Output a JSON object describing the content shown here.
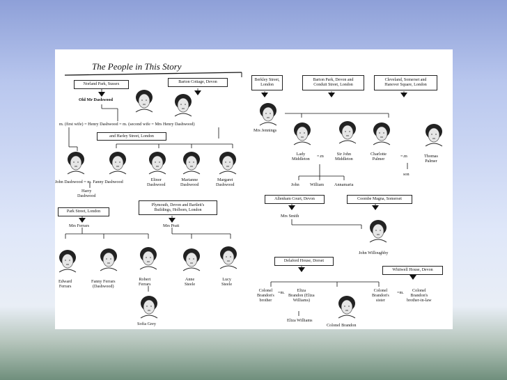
{
  "title": "The People in This Story",
  "places": {
    "norland": "Norland Park, Sussex",
    "barton_cottage": "Barton Cottage, Devon",
    "harley": "and Harley Street, London",
    "park_street": "Park Street, London",
    "plymouth_1": "Plymouth, Devon and Bartlett's",
    "plymouth_2": "Buildings, Holborn, London",
    "berkley_1": "Berkley Street,",
    "berkley_2": "London",
    "barton_park_1": "Barton Park, Devon and",
    "barton_park_2": "Conduit Street, London",
    "cleveland_1": "Cleveland, Somerset and",
    "cleveland_2": "Hanover Square, London",
    "allenham": "Allenham Court, Devon",
    "coombe": "Coombe Magna, Somerset",
    "delaford": "Delaford House, Dorset",
    "whitwell": "Whitwell House, Devon"
  },
  "people": {
    "old_mr_dashwood": "Old Mr Dashwood",
    "henry_line": "m. (first wife) = Henry Dashwood = m. (second wife = Mrs Henry Dashwood)",
    "john_fanny": "John Dashwood = m. Fanny Dashwood",
    "harry_1": "Harry",
    "harry_2": "Dashwood",
    "elinor_1": "Elinor",
    "elinor_2": "Dashwood",
    "marianne_1": "Marianne",
    "marianne_2": "Dashwood",
    "margaret_1": "Margaret",
    "margaret_2": "Dashwood",
    "mrs_ferrars": "Mrs Ferrars",
    "mrs_pratt": "Mrs Pratt",
    "edward_1": "Edward",
    "edward_2": "Ferrars",
    "fanny_f_1": "Fanny Ferrars",
    "fanny_f_2": "(Dashwood)",
    "robert_1": "Robert",
    "robert_2": "Ferrars",
    "anne_1": "Anne",
    "anne_2": "Steele",
    "lucy_1": "Lucy",
    "lucy_2": "Steele",
    "sofia": "Sofia Grey",
    "mrs_jennings": "Mrs Jennings",
    "lady_m_1": "Lady",
    "lady_m_2": "Middleton",
    "marriage_m": "=.m",
    "sir_john_1": "Sir John",
    "sir_john_2": "Middleton",
    "charlotte_1": "Charlotte",
    "charlotte_2": "Palmer",
    "marriage_m2": "=.m",
    "thomas_1": "Thomas",
    "thomas_2": "Palmer",
    "son": "son",
    "john": "John",
    "william": "William",
    "annamaria": "Annamaria",
    "mrs_smith": "Mrs Smith",
    "willoughby": "John Willoughby",
    "col_brother_1": "Colonel",
    "col_brother_2": "Brandon's",
    "col_brother_3": "brother",
    "marriage_eliza": "=m.",
    "eliza_1": "Eliza",
    "eliza_2": "Brandon (Eliza",
    "eliza_3": "Williams)",
    "eliza_williams": "Eliza Williams",
    "col_brandon": "Colonel  Brandon",
    "col_sister_1": "Colonel",
    "col_sister_2": "Brandon's",
    "col_sister_3": "sister",
    "marriage_bil": "=m.",
    "col_bil_1": "Colonel",
    "col_bil_2": "Brandon's",
    "col_bil_3": "brother-in-law"
  }
}
